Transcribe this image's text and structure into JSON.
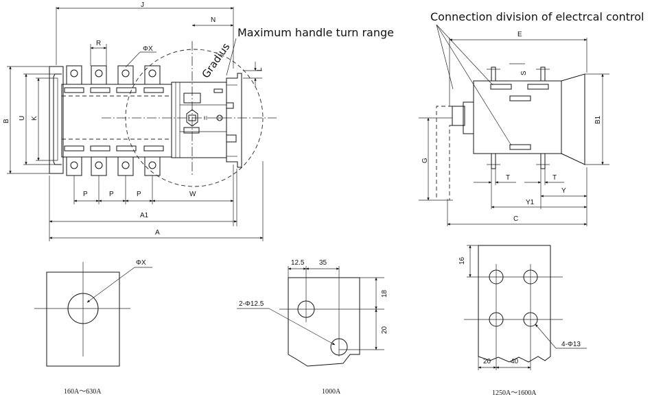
{
  "titles": {
    "handle_range": "Maximum handle turn range",
    "connection": "Connection division of electrcal control",
    "radius": "Gradius"
  },
  "front_view": {
    "J": "J",
    "N": "N",
    "R": "R",
    "PhiX": "ΦX",
    "L": "L",
    "B": "B",
    "U": "U",
    "K": "K",
    "P1": "P",
    "P2": "P",
    "P3": "P",
    "W": "W",
    "A1": "A1",
    "A": "A"
  },
  "side_view": {
    "E": "E",
    "S": "S",
    "B1": "B1",
    "G": "G",
    "T1": "T",
    "T2": "T",
    "Y": "Y",
    "Y1": "Y1",
    "C": "C"
  },
  "details": {
    "small": {
      "phi": "ΦX",
      "caption": "160A～630A"
    },
    "mid": {
      "d1": "12.5",
      "d2": "35",
      "d3": "18",
      "d4": "20",
      "hole": "2-Φ12.5",
      "caption": "1000A"
    },
    "large": {
      "d1": "16",
      "d2": "20",
      "d3": "40",
      "hole": "4-Φ13",
      "caption": "1250A～1600A"
    }
  },
  "colors": {
    "fill": "#dff0fa",
    "line": "#111111"
  }
}
